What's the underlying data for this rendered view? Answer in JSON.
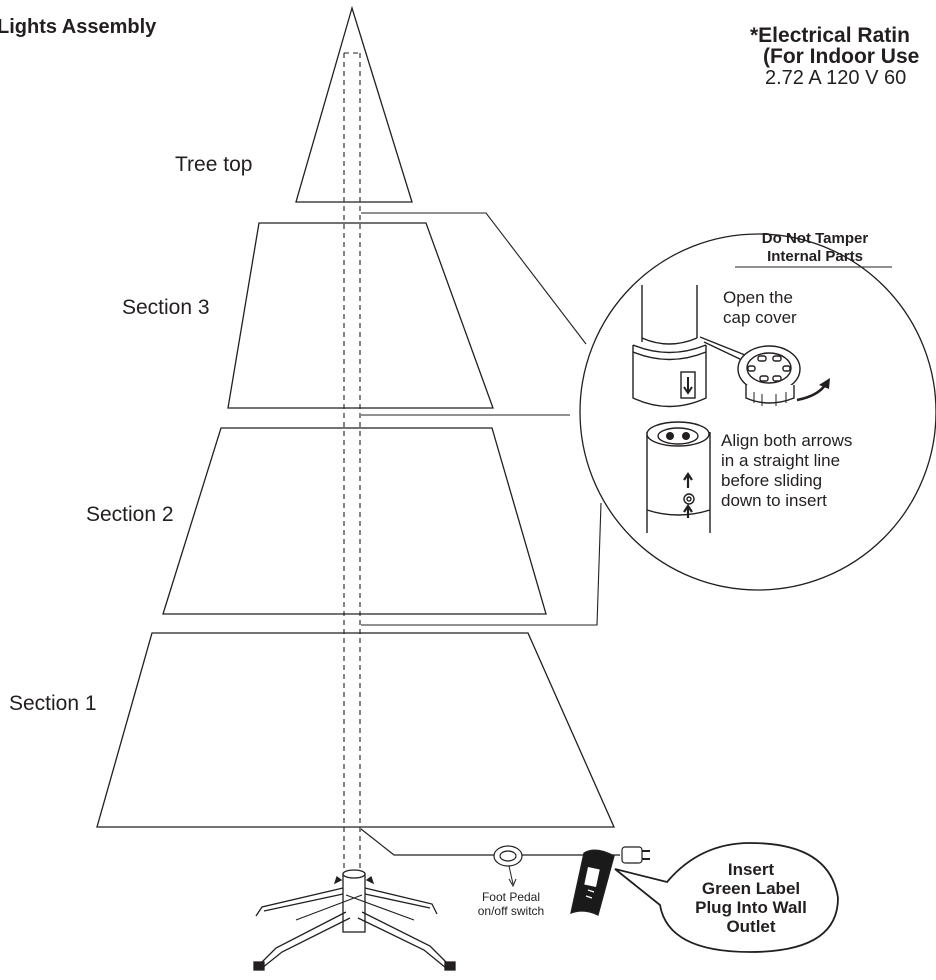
{
  "title": "Lights Assembly",
  "rating": {
    "heading": "*Electrical Ratin",
    "indoor": "(For Indoor Use",
    "spec": "2.72 A 120 V 60"
  },
  "sections": {
    "top": "Tree top",
    "s3": "Section 3",
    "s2": "Section 2",
    "s1": "Section 1"
  },
  "warning": {
    "line1": "Do Not Tamper",
    "line2": "Internal Parts"
  },
  "step1": {
    "line1": "Open the",
    "line2": "cap cover"
  },
  "step2": {
    "line1": "Align both arrows",
    "line2": "in a straight line",
    "line3": "before sliding",
    "line4": "down to insert"
  },
  "pedal": {
    "line1": "Foot Pedal",
    "line2": "on/off switch"
  },
  "plug": {
    "line1": "Insert",
    "line2": "Green Label",
    "line3": "Plug Into Wall",
    "line4": "Outlet"
  },
  "colors": {
    "ink": "#231f20",
    "background": "#ffffff",
    "plug_label": "#1a1a1a"
  }
}
